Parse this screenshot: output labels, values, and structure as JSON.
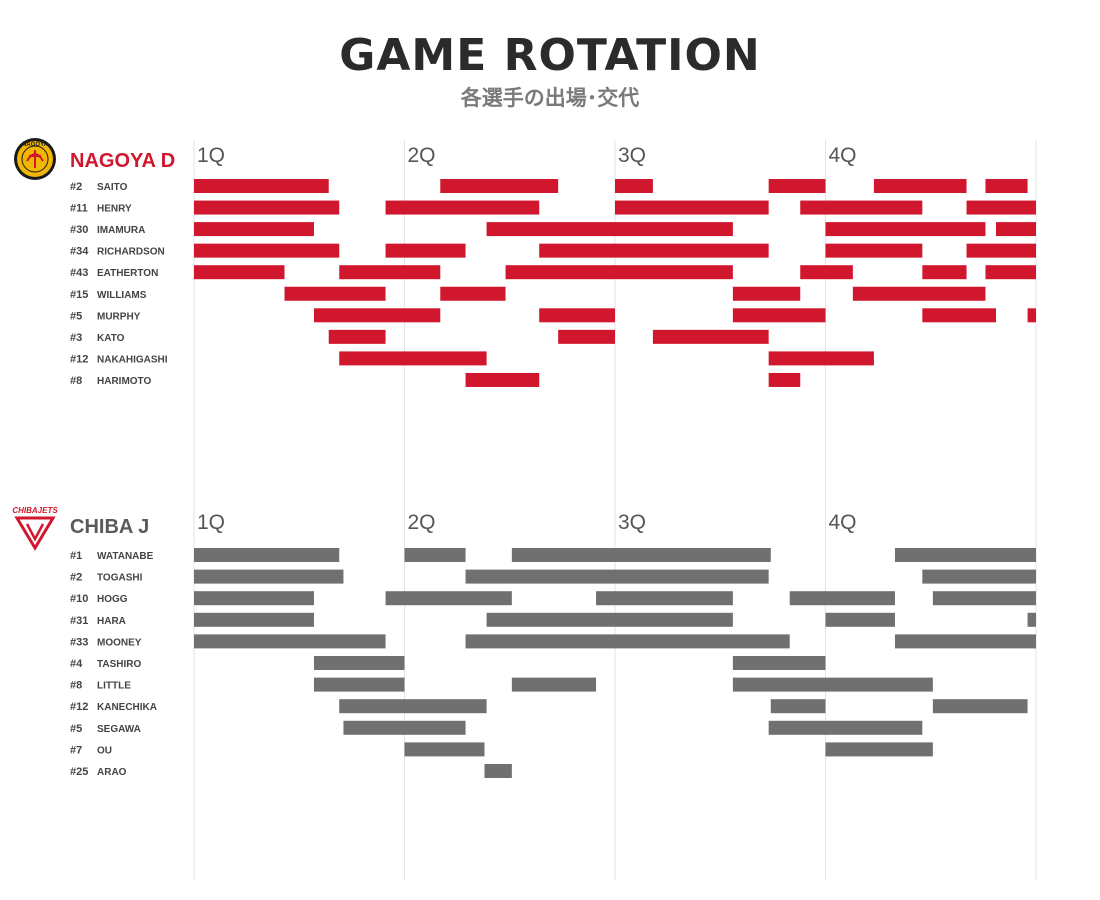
{
  "header": {
    "title": "GAME ROTATION",
    "subtitle": "各選手の出場･交代"
  },
  "colors": {
    "home": "#d1172e",
    "away": "#707070",
    "grid": "#e3e3e3",
    "quarter_label": "#555555",
    "player_label": "#444444"
  },
  "icons": {
    "home_logo": "nagoya-diamond-dolphins-logo",
    "away_logo": "chiba-jets-logo"
  },
  "chart_data": {
    "type": "gantt",
    "x_unit": "game minutes",
    "xlim": [
      0,
      40
    ],
    "quarter_labels": [
      "1Q",
      "2Q",
      "3Q",
      "4Q"
    ],
    "quarter_starts": [
      0,
      10,
      20,
      30
    ],
    "grid": true,
    "teams": [
      {
        "name": "NAGOYA D",
        "logo_text": "NAGOYA",
        "players": [
          {
            "number": "#2",
            "name": "SAITO",
            "stints": [
              [
                0,
                6.4
              ],
              [
                11.7,
                17.3
              ],
              [
                20,
                21.8
              ],
              [
                27.3,
                30
              ],
              [
                32.3,
                36.7
              ],
              [
                37.6,
                39.6
              ]
            ]
          },
          {
            "number": "#11",
            "name": "HENRY",
            "stints": [
              [
                0,
                6.9
              ],
              [
                9.1,
                16.4
              ],
              [
                20,
                27.3
              ],
              [
                28.8,
                34.6
              ],
              [
                36.7,
                40
              ]
            ]
          },
          {
            "number": "#30",
            "name": "IMAMURA",
            "stints": [
              [
                0,
                5.7
              ],
              [
                13.9,
                25.6
              ],
              [
                30,
                37.6
              ],
              [
                38.1,
                40
              ]
            ]
          },
          {
            "number": "#34",
            "name": "RICHARDSON",
            "stints": [
              [
                0,
                6.9
              ],
              [
                9.1,
                12.9
              ],
              [
                16.4,
                27.3
              ],
              [
                30,
                34.6
              ],
              [
                36.7,
                40
              ]
            ]
          },
          {
            "number": "#43",
            "name": "EATHERTON",
            "stints": [
              [
                0,
                4.3
              ],
              [
                6.9,
                11.7
              ],
              [
                14.8,
                25.6
              ],
              [
                28.8,
                31.3
              ],
              [
                34.6,
                36.7
              ],
              [
                37.6,
                40
              ]
            ]
          },
          {
            "number": "#15",
            "name": "WILLIAMS",
            "stints": [
              [
                4.3,
                9.1
              ],
              [
                11.7,
                14.8
              ],
              [
                25.6,
                28.8
              ],
              [
                31.3,
                37.6
              ]
            ]
          },
          {
            "number": "#5",
            "name": "MURPHY",
            "stints": [
              [
                5.7,
                11.7
              ],
              [
                16.4,
                20
              ],
              [
                25.6,
                30
              ],
              [
                34.6,
                38.1
              ],
              [
                39.6,
                40
              ]
            ]
          },
          {
            "number": "#3",
            "name": "KATO",
            "stints": [
              [
                6.4,
                9.1
              ],
              [
                17.3,
                20
              ],
              [
                21.8,
                27.3
              ]
            ]
          },
          {
            "number": "#12",
            "name": "NAKAHIGASHI",
            "stints": [
              [
                6.9,
                13.9
              ],
              [
                27.3,
                32.3
              ]
            ]
          },
          {
            "number": "#8",
            "name": "HARIMOTO",
            "stints": [
              [
                12.9,
                16.4
              ],
              [
                27.3,
                28.8
              ]
            ]
          }
        ]
      },
      {
        "name": "CHIBA J",
        "logo_text": "CHIBAJETS",
        "players": [
          {
            "number": "#1",
            "name": "WATANABE",
            "stints": [
              [
                0,
                6.9
              ],
              [
                10,
                12.9
              ],
              [
                15.1,
                27.4
              ],
              [
                33.3,
                40
              ]
            ]
          },
          {
            "number": "#2",
            "name": "TOGASHI",
            "stints": [
              [
                0,
                7.1
              ],
              [
                12.9,
                27.3
              ],
              [
                34.6,
                40
              ]
            ]
          },
          {
            "number": "#10",
            "name": "HOGG",
            "stints": [
              [
                0,
                5.7
              ],
              [
                9.1,
                15.1
              ],
              [
                19.1,
                25.6
              ],
              [
                28.3,
                33.3
              ],
              [
                35.1,
                40
              ]
            ]
          },
          {
            "number": "#31",
            "name": "HARA",
            "stints": [
              [
                0,
                5.7
              ],
              [
                13.9,
                25.6
              ],
              [
                30,
                33.3
              ],
              [
                39.6,
                40
              ]
            ]
          },
          {
            "number": "#33",
            "name": "MOONEY",
            "stints": [
              [
                0,
                9.1
              ],
              [
                12.9,
                28.3
              ],
              [
                33.3,
                40
              ]
            ]
          },
          {
            "number": "#4",
            "name": "TASHIRO",
            "stints": [
              [
                5.7,
                10
              ],
              [
                25.6,
                30
              ]
            ]
          },
          {
            "number": "#8",
            "name": "LITTLE",
            "stints": [
              [
                5.7,
                10
              ],
              [
                15.1,
                19.1
              ],
              [
                25.6,
                35.1
              ]
            ]
          },
          {
            "number": "#12",
            "name": "KANECHIKA",
            "stints": [
              [
                6.9,
                13.9
              ],
              [
                27.4,
                30
              ],
              [
                35.1,
                39.6
              ]
            ]
          },
          {
            "number": "#5",
            "name": "SEGAWA",
            "stints": [
              [
                7.1,
                12.9
              ],
              [
                27.3,
                34.6
              ]
            ]
          },
          {
            "number": "#7",
            "name": "OU",
            "stints": [
              [
                10,
                13.8
              ],
              [
                30,
                35.1
              ]
            ]
          },
          {
            "number": "#25",
            "name": "ARAO",
            "stints": [
              [
                13.8,
                15.1
              ]
            ]
          }
        ]
      }
    ]
  }
}
